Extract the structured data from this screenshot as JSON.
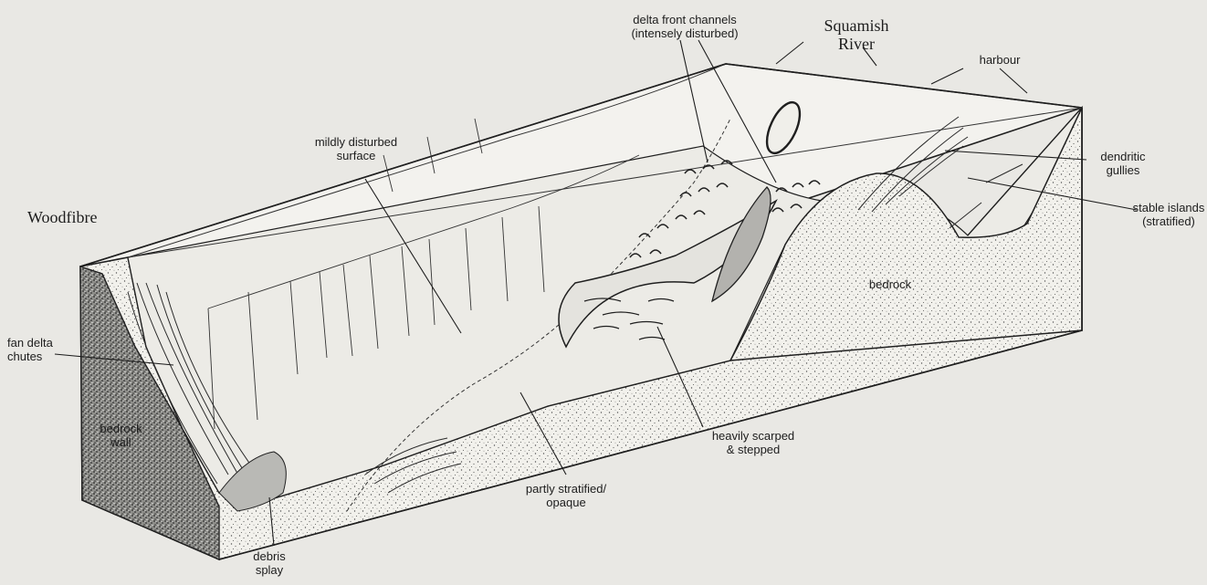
{
  "diagram": {
    "labels": {
      "delta_front_channels": {
        "line1": "delta front channels",
        "line2": "(intensely disturbed)"
      },
      "squamish_river": {
        "line1": "Squamish",
        "line2": "River"
      },
      "harbour": "harbour",
      "mildly_disturbed": {
        "line1": "mildly disturbed",
        "line2": "surface"
      },
      "dendritic_gullies": {
        "line1": "dendritic",
        "line2": "gullies"
      },
      "woodfibre": "Woodfibre",
      "stable_islands": {
        "line1": "stable islands",
        "line2": "(stratified)"
      },
      "bedrock": "bedrock",
      "fan_delta_chutes": {
        "line1": "fan delta",
        "line2": "chutes"
      },
      "bedrock_wall": {
        "line1": "bedrock",
        "line2": "wall"
      },
      "heavily_scarped": {
        "line1": "heavily scarped",
        "line2": "& stepped"
      },
      "partly_stratified": {
        "line1": "partly stratified/",
        "line2": "opaque"
      },
      "debris_splay": {
        "line1": "debris",
        "line2": "splay"
      }
    }
  }
}
